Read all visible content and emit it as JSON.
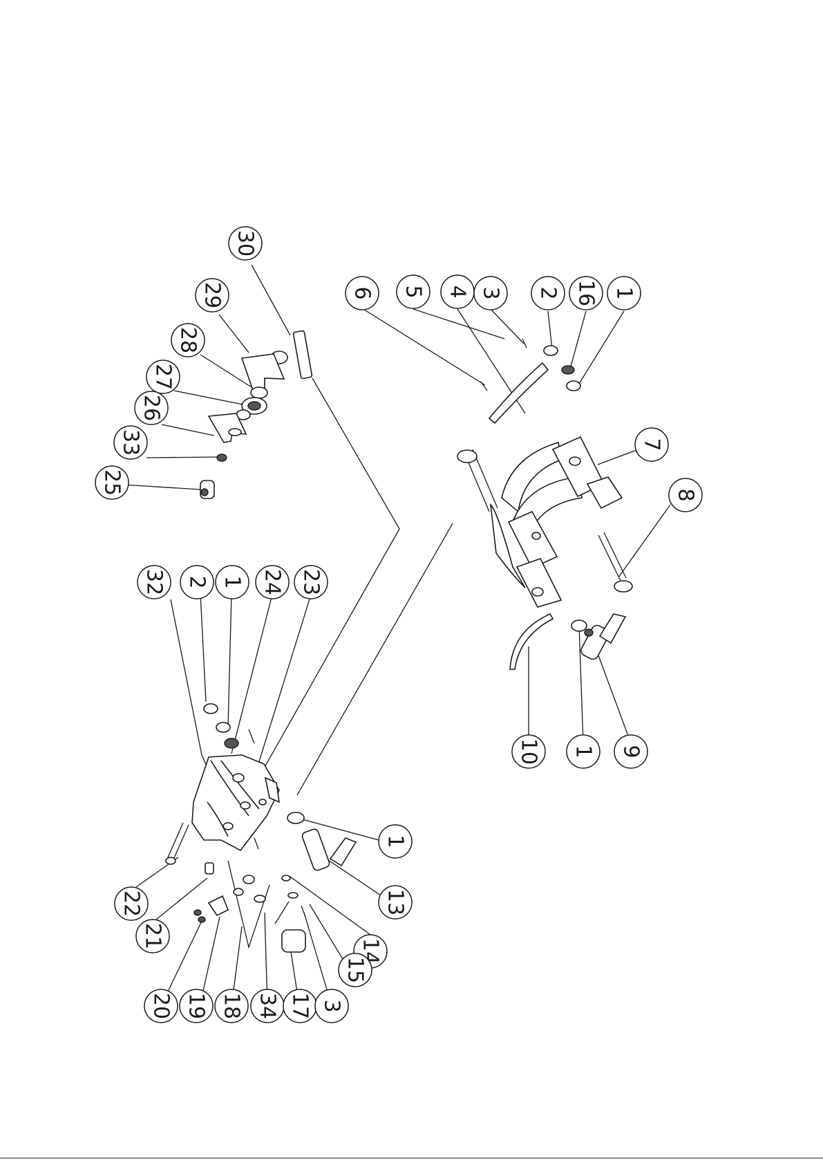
{
  "diagram": {
    "balloons": [
      {
        "id": "b30",
        "label": "30"
      },
      {
        "id": "b29",
        "label": "29"
      },
      {
        "id": "b28",
        "label": "28"
      },
      {
        "id": "b27",
        "label": "27"
      },
      {
        "id": "b26",
        "label": "26"
      },
      {
        "id": "b33",
        "label": "33"
      },
      {
        "id": "b25",
        "label": "25"
      },
      {
        "id": "b6",
        "label": "6"
      },
      {
        "id": "b5",
        "label": "5"
      },
      {
        "id": "b4",
        "label": "4"
      },
      {
        "id": "b3top",
        "label": "3"
      },
      {
        "id": "b2top",
        "label": "2"
      },
      {
        "id": "b16",
        "label": "16"
      },
      {
        "id": "b1top",
        "label": "1"
      },
      {
        "id": "b7",
        "label": "7"
      },
      {
        "id": "b8",
        "label": "8"
      },
      {
        "id": "b10",
        "label": "10"
      },
      {
        "id": "b1mid",
        "label": "1"
      },
      {
        "id": "b9",
        "label": "9"
      },
      {
        "id": "b32",
        "label": "32"
      },
      {
        "id": "b2low",
        "label": "2"
      },
      {
        "id": "b1low",
        "label": "1"
      },
      {
        "id": "b24",
        "label": "24"
      },
      {
        "id": "b23",
        "label": "23"
      },
      {
        "id": "b1bot",
        "label": "1"
      },
      {
        "id": "b22",
        "label": "22"
      },
      {
        "id": "b13",
        "label": "13"
      },
      {
        "id": "b21",
        "label": "21"
      },
      {
        "id": "b14",
        "label": "14"
      },
      {
        "id": "b15",
        "label": "15"
      },
      {
        "id": "b20",
        "label": "20"
      },
      {
        "id": "b19",
        "label": "19"
      },
      {
        "id": "b18",
        "label": "18"
      },
      {
        "id": "b34",
        "label": "34"
      },
      {
        "id": "b17",
        "label": "17"
      },
      {
        "id": "b3bot",
        "label": "3"
      }
    ]
  }
}
